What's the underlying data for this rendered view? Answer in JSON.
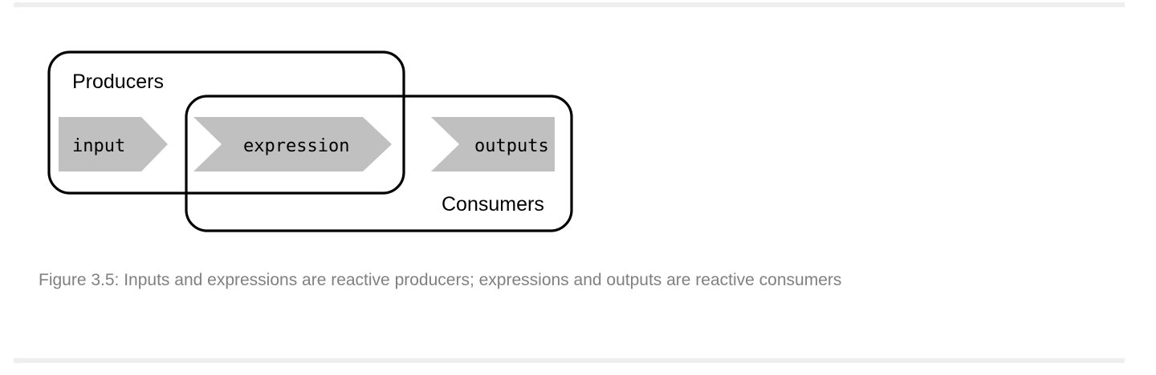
{
  "page": {
    "background": "#ffffff",
    "rule_color": "#eeeeee"
  },
  "figure": {
    "caption": "Figure 3.5: Inputs and expressions are reactive producers; expressions and outputs are reactive consumers",
    "caption_color": "#808080",
    "diagram": {
      "stroke_color": "#000000",
      "arrow_fill": "#c0c0c0",
      "arrow_text_color": "#000000",
      "group_label_color": "#000000",
      "groups": [
        {
          "id": "producers",
          "label": "Producers"
        },
        {
          "id": "consumers",
          "label": "Consumers"
        }
      ],
      "nodes": [
        {
          "id": "input",
          "label": "input",
          "shape": "chevron-flat-left"
        },
        {
          "id": "expression",
          "label": "expression",
          "shape": "chevron"
        },
        {
          "id": "outputs",
          "label": "outputs",
          "shape": "chevron-flat-right"
        }
      ]
    }
  }
}
